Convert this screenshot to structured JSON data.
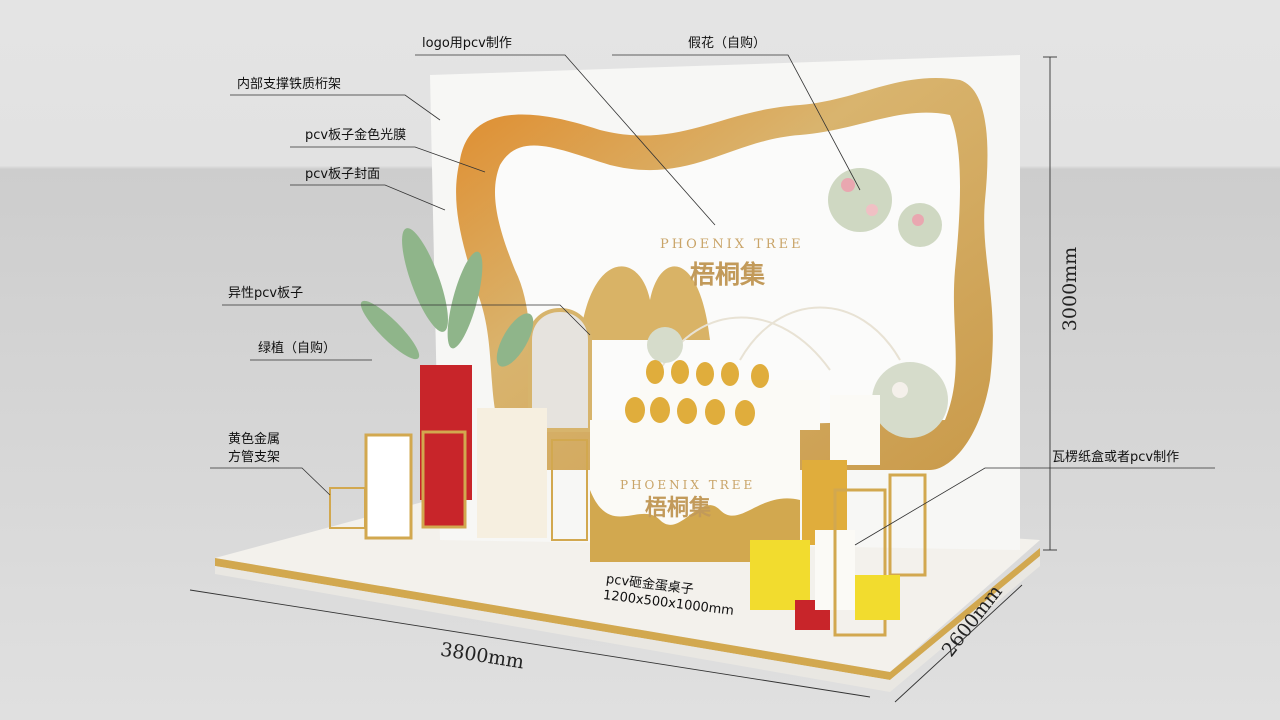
{
  "annotations": {
    "logo": "logo用pcv制作",
    "fake_flowers": "假花（自购）",
    "truss": "内部支撑铁质桁架",
    "gold_film": "pcv板子金色光膜",
    "cover": "pcv板子封面",
    "shaped_board": "异性pcv板子",
    "plants": "绿植（自购）",
    "metal_stand_line1": "黄色金属",
    "metal_stand_line2": "方管支架",
    "cardboard_box": "瓦楞纸盒或者pcv制作",
    "egg_table_line1": "pcv砸金蛋桌子",
    "egg_table_line2": "1200x500x1000mm"
  },
  "dimensions": {
    "height": "3000mm",
    "width": "3800mm",
    "depth": "2600mm"
  },
  "brand": {
    "name_en": "PHOENIX TREE",
    "name_cn": "梧桐集",
    "gold": "#d4ad5c",
    "red": "#c8252a",
    "yellow": "#f2dc2e"
  }
}
